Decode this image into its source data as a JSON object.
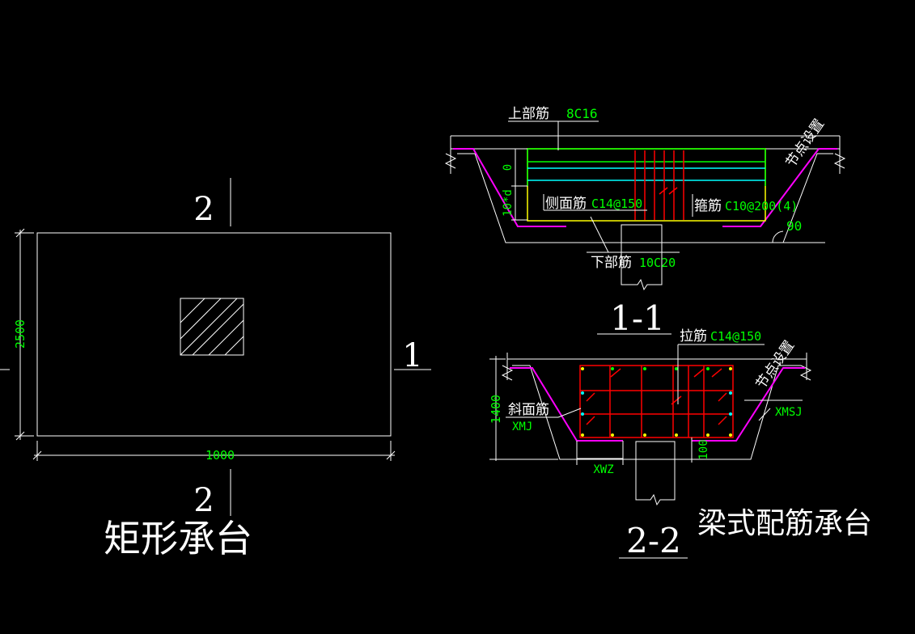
{
  "colors": {
    "background": "#000000",
    "outline": "#ffffff",
    "dimension_text": "#00ff00",
    "slope_rebar": "#ff00ff",
    "stirrup": "#ff0000",
    "side_rebar": "#00ffff",
    "bottom_rebar": "#ffff00",
    "top_rebar": "#00ff00"
  },
  "left": {
    "section_mark_top": "2",
    "section_mark_bottom": "2",
    "section_mark_right": "1",
    "dim_height": "2500",
    "dim_width": "1000",
    "title": "矩形承台"
  },
  "section_1_1": {
    "top_rebar_label": "上部筋",
    "top_rebar_value": "8C16",
    "side_rebar_label": "侧面筋",
    "side_rebar_value": "C14@150",
    "stirrup_label": "箍筋",
    "stirrup_value": "C10@200(4)",
    "bottom_rebar_label": "下部筋",
    "bottom_rebar_value": "10C20",
    "node_label": "节点设置",
    "angle_value": "90",
    "dim_zero": "0",
    "dim_10d": "10*d",
    "section_name": "1-1"
  },
  "section_2_2": {
    "tie_rebar_label": "拉筋",
    "tie_rebar_value": "C14@150",
    "node_label": "节点设置",
    "slope_rebar_label": "斜面筋",
    "xmj": "XMJ",
    "xmsj": "XMSJ",
    "xwz": "XWZ",
    "dim_height": "1400",
    "dim_100": "100",
    "section_name": "2-2",
    "title": "梁式配筋承台"
  }
}
